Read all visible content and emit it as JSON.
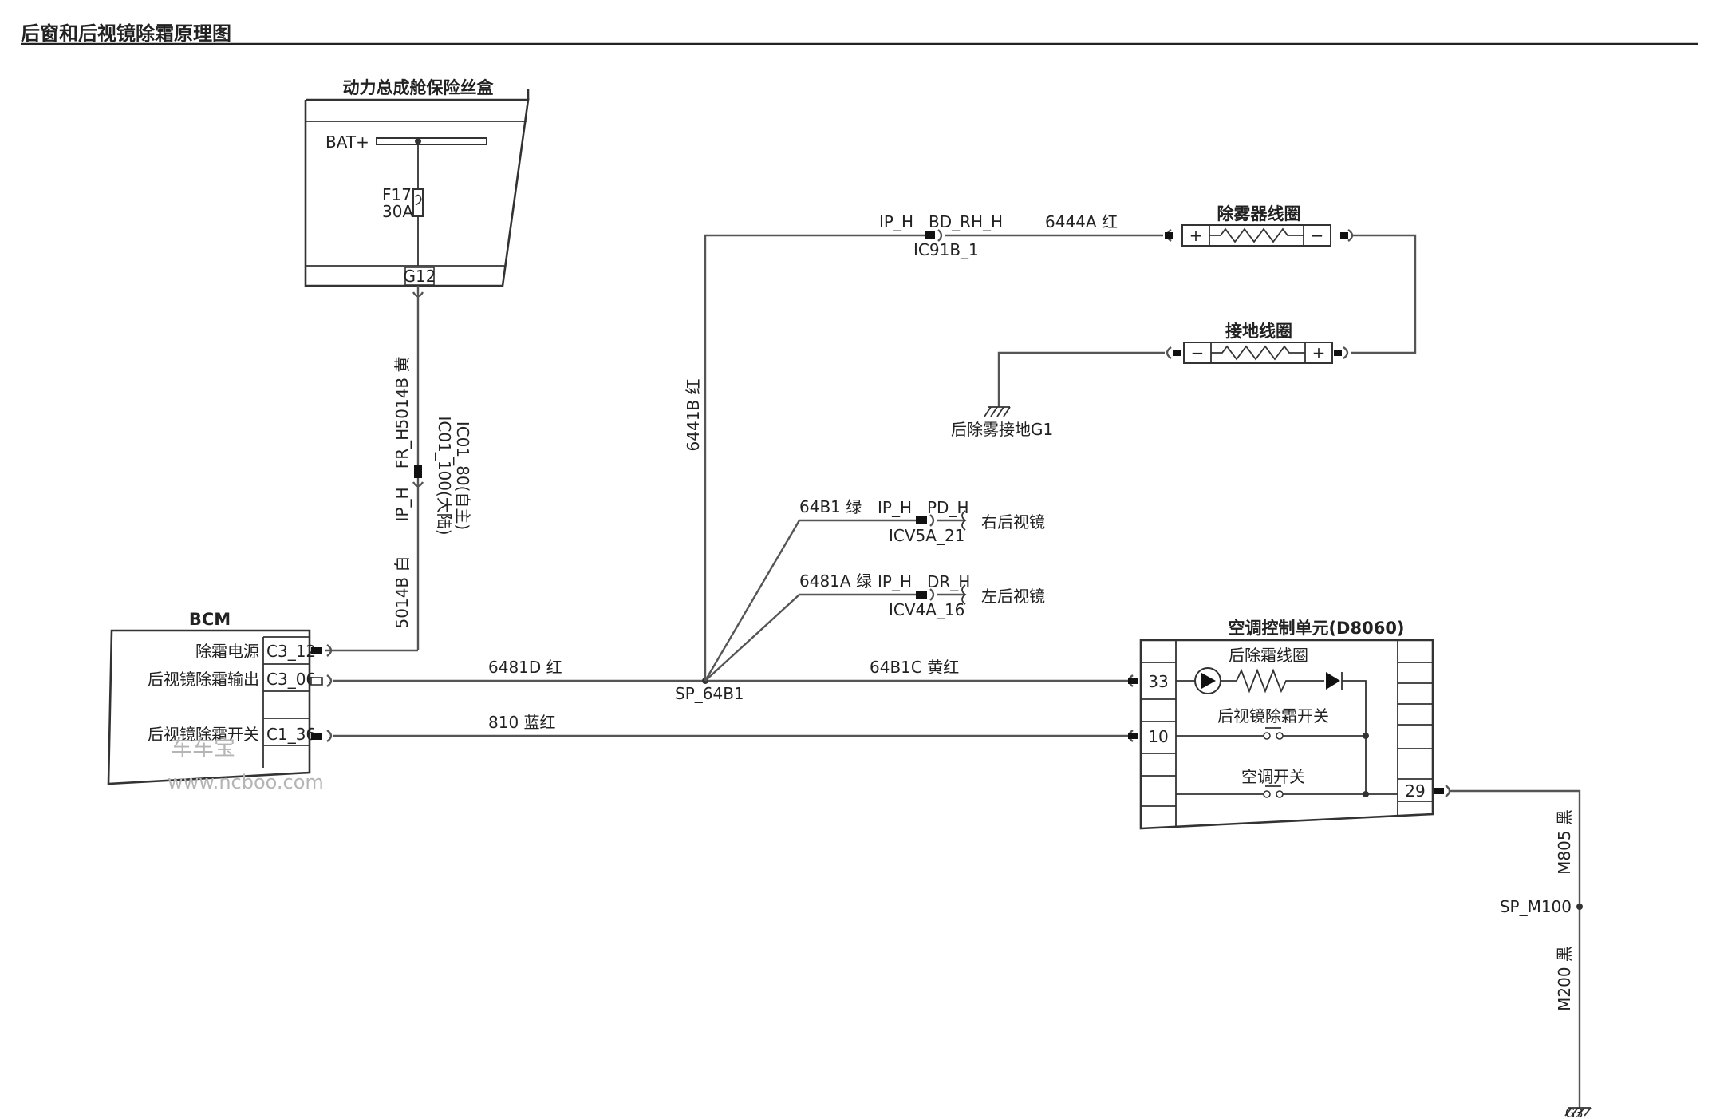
{
  "page": {
    "title": "后窗和后视镜除霜原理图"
  },
  "fuse_box": {
    "title": "动力总成舱保险丝盒",
    "bat": "BAT+",
    "fuse_id": "F17",
    "fuse_rating": "30A",
    "pin": "G12"
  },
  "wire_5014B": {
    "label_top": "5014B 黄",
    "label_bottom": "5014B 白",
    "inline_left": "IP_H",
    "inline_right": "FR_H",
    "inline_id1": "IC01_100(大陆)",
    "inline_id2": "IC01_80(自主)"
  },
  "bcm": {
    "title": "BCM",
    "pin1_label": "除霜电源",
    "pin1": "C3_12",
    "pin2_label": "后视镜除霜输出",
    "pin2": "C3_06",
    "pin3_label": "后视镜除霜开关",
    "pin3": "C1_36"
  },
  "wires": {
    "w6481D": "6481D 红",
    "w810": "810 蓝红",
    "w64B1C": "64B1C 黄红",
    "w6441B": "6441B 红",
    "w6444A": "6444A 红",
    "w64B1": "64B1 绿",
    "w6481A": "6481A 绿",
    "splice": "SP_64B1"
  },
  "ic91b": {
    "left": "IP_H",
    "right": "BD_RH_H",
    "id": "IC91B_1"
  },
  "icv5a": {
    "left": "IP_H",
    "right": "PD_H",
    "id": "ICV5A_21",
    "dest": "右后视镜"
  },
  "icv4a": {
    "left": "IP_H",
    "right": "DR_H",
    "id": "ICV4A_16",
    "dest": "左后视镜"
  },
  "heater": {
    "title": "除雾器线圈",
    "plus": "+",
    "minus": "−"
  },
  "ground_coil": {
    "title": "接地线圈",
    "plus": "+",
    "minus": "−"
  },
  "ground_g1": {
    "label": "后除雾接地G1"
  },
  "hvac": {
    "title": "空调控制单元(D8060)",
    "pin33": "33",
    "pin10": "10",
    "pin29": "29",
    "item1": "后除霜线圈",
    "item2": "后视镜除霜开关",
    "item3": "空调开关"
  },
  "ground_g3": {
    "w_m805": "M805 黑",
    "splice": "SP_M100",
    "w_m200": "M200 黑",
    "label": "G3"
  },
  "watermark": {
    "logo": "车车宝",
    "url": "www.ncboo.com"
  },
  "colors": {
    "wire": "#555555",
    "line": "#333333",
    "text": "#222222",
    "connector": "#111111"
  }
}
